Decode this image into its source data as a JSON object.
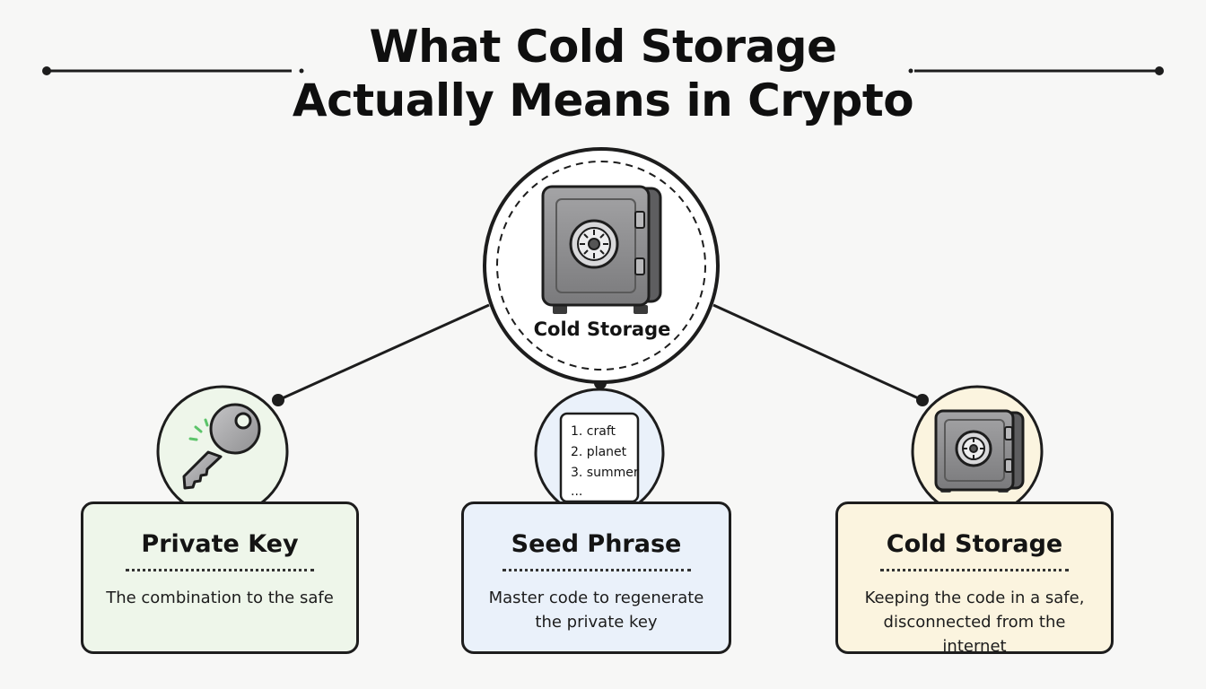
{
  "title": {
    "line1": "What Cold Storage",
    "line2": "Actually Means in Crypto"
  },
  "hub": {
    "label": "Cold Storage",
    "icon": "safe-icon"
  },
  "nodes": [
    {
      "id": "private-key",
      "title": "Private Key",
      "description": [
        "The combination to the safe"
      ],
      "icon": "key-icon",
      "color": "#eef6ea"
    },
    {
      "id": "seed-phrase",
      "title": "Seed Phrase",
      "description": [
        "Master code to regenerate",
        "the private key"
      ],
      "icon": "seed-list-icon",
      "color": "#eaf1fa",
      "seed_words": [
        "1.  craft",
        "2.  planet",
        "3.  summer",
        "..."
      ]
    },
    {
      "id": "cold-storage",
      "title": "Cold Storage",
      "description": [
        "Keeping the code in a safe,",
        "disconnected from the internet"
      ],
      "icon": "safe-icon",
      "color": "#fbf4df"
    }
  ],
  "colors": {
    "ink": "#1d1d1d",
    "key_accent": "#5cc46a",
    "safe_body": "#8c8c8e"
  }
}
